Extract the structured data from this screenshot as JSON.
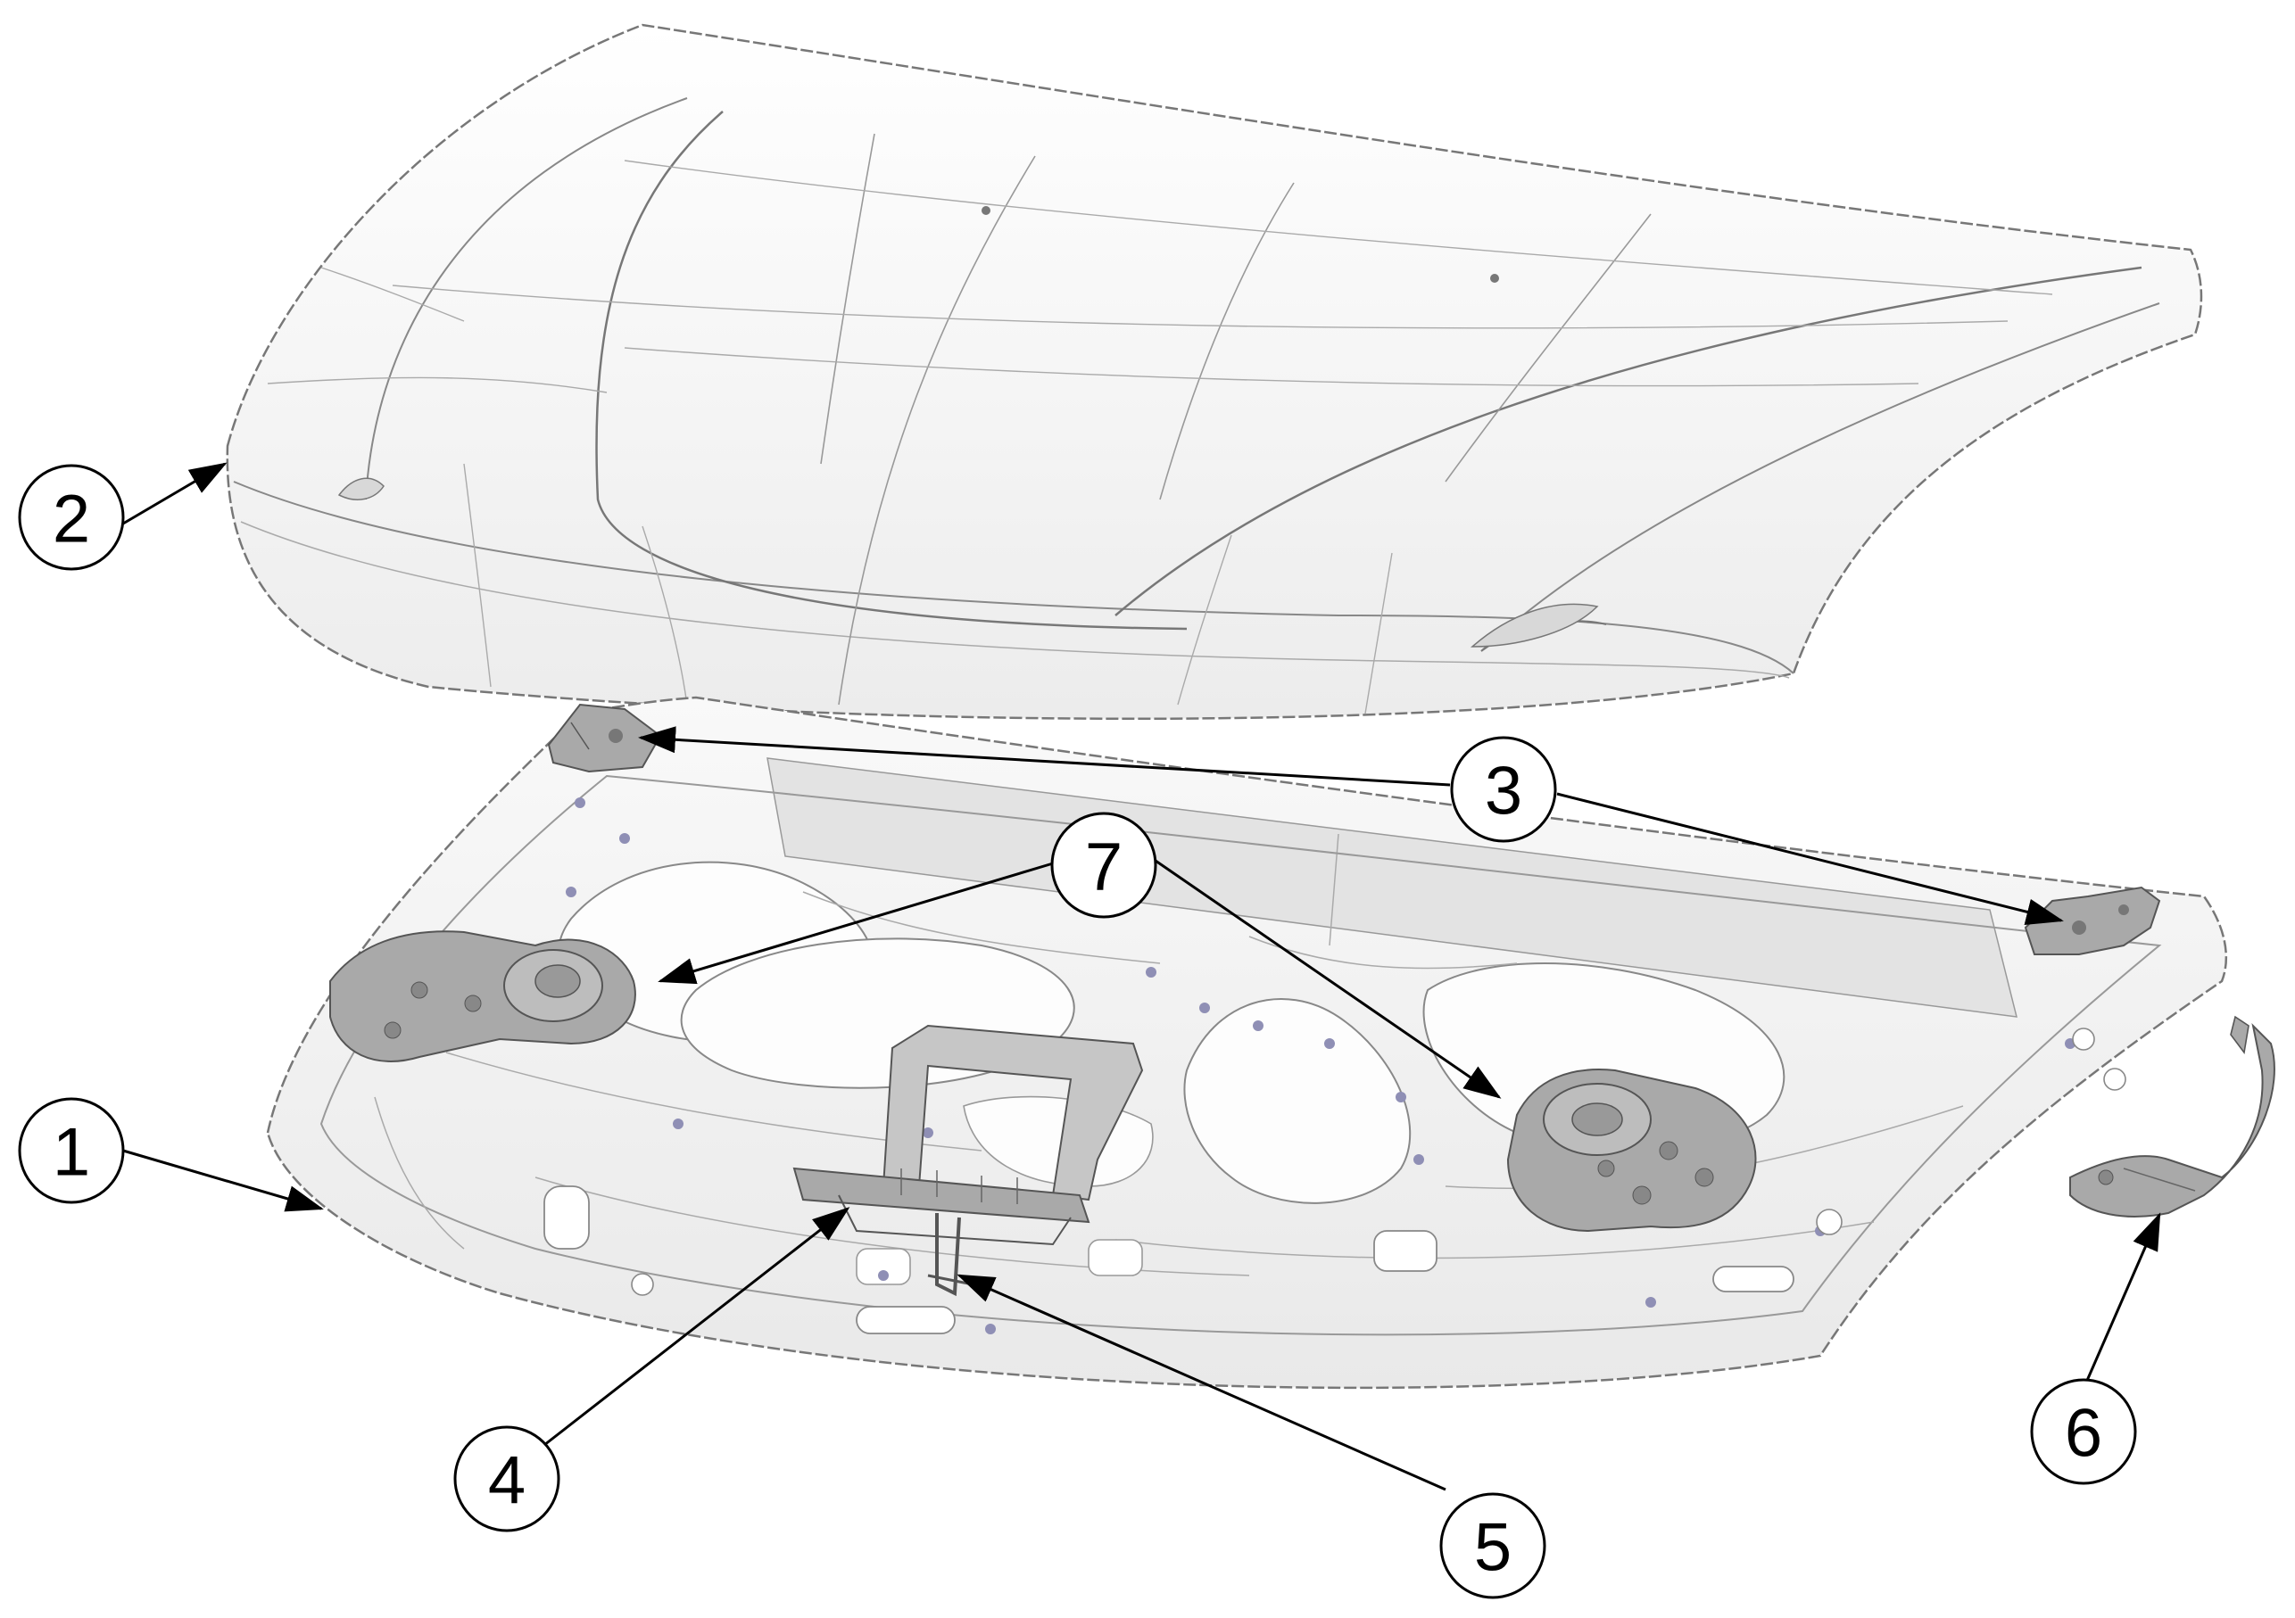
{
  "figure": {
    "type": "exploded-assembly-diagram",
    "line_color": "#000000",
    "panel_fill": "#f7f7f7",
    "part_fill": "#a9a9a9",
    "accent_dot_color": "#8f8fb5"
  },
  "callouts": [
    {
      "id": "1",
      "label": "1"
    },
    {
      "id": "2",
      "label": "2"
    },
    {
      "id": "3",
      "label": "3"
    },
    {
      "id": "4",
      "label": "4"
    },
    {
      "id": "5",
      "label": "5"
    },
    {
      "id": "6",
      "label": "6"
    },
    {
      "id": "7",
      "label": "7"
    }
  ]
}
